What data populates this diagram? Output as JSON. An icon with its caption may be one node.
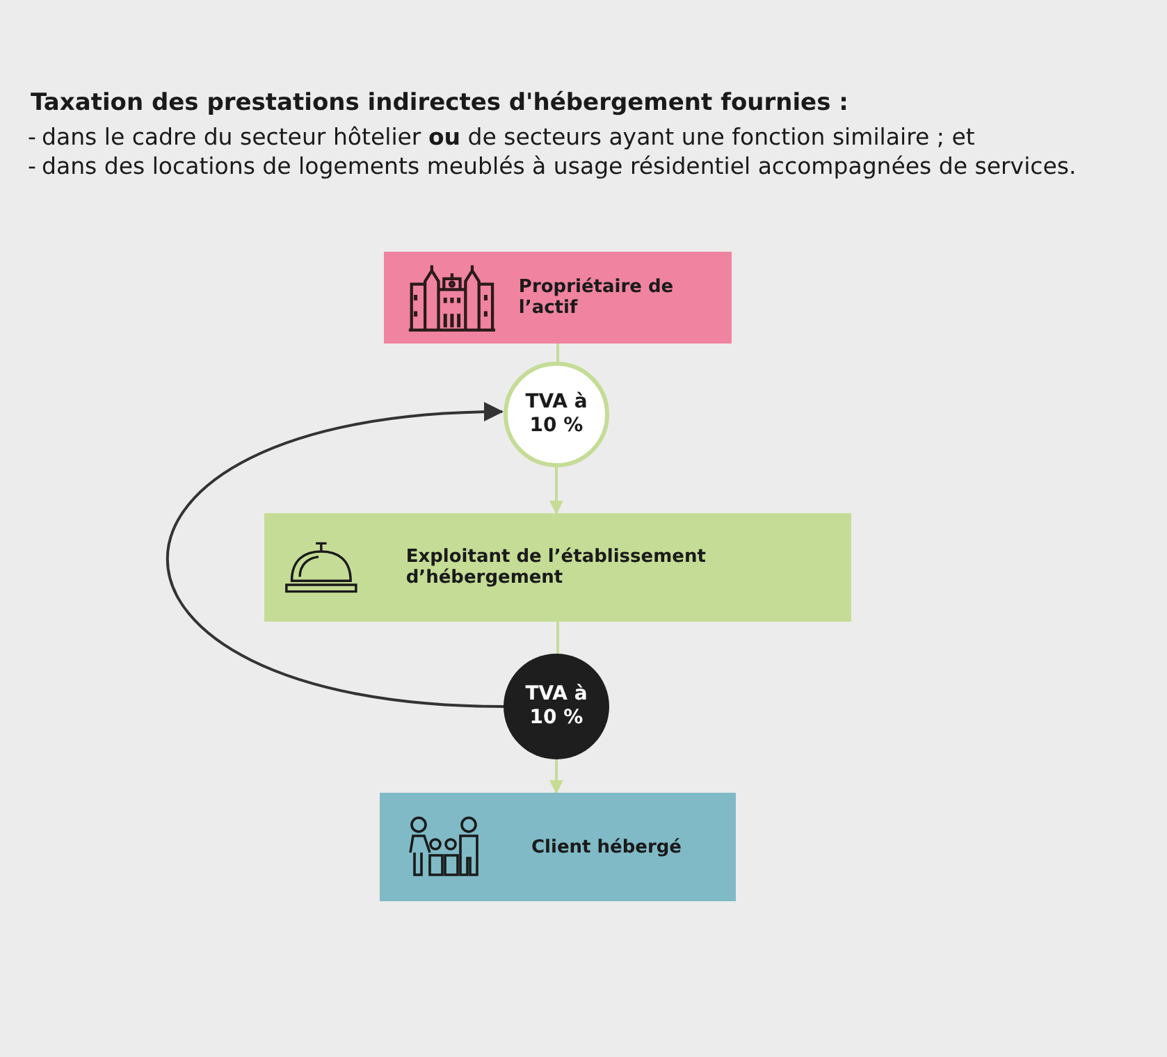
{
  "diagram": {
    "title": "Taxation des prestations indirectes d'hébergement fournies :",
    "nodes": [
      {
        "text": [
          "Propriétaire de l’actif"
        ]
      },
      {
        "text": [
          "TVA à 10 %"
        ]
      },
      {
        "text": [
          "Exploitant de l’établissement d’hébergement"
        ]
      },
      {
        "text": [
          "TVA à 10 %"
        ]
      },
      {
        "text": [
          "Client hébergé"
        ]
      }
    ],
    "edges": [
      {
        "from": 0,
        "to": 1,
        "arrow": "none"
      },
      {
        "from": 1,
        "to": 2,
        "arrow": "to"
      },
      {
        "from": 2,
        "to": 3,
        "arrow": "none"
      },
      {
        "from": 3,
        "to": 4,
        "arrow": "to"
      },
      {
        "from": 3,
        "to": 1,
        "arrow": "to",
        "color": "#333333"
      }
    ],
    "labels": [
      "-",
      "dans le cadre du secteur hôtelier **ou** de secteurs ayant une fonction similaire ; et",
      "-",
      "dans des locations de logements meublés à usage résidentiel accompagnées de services."
    ]
  }
}
